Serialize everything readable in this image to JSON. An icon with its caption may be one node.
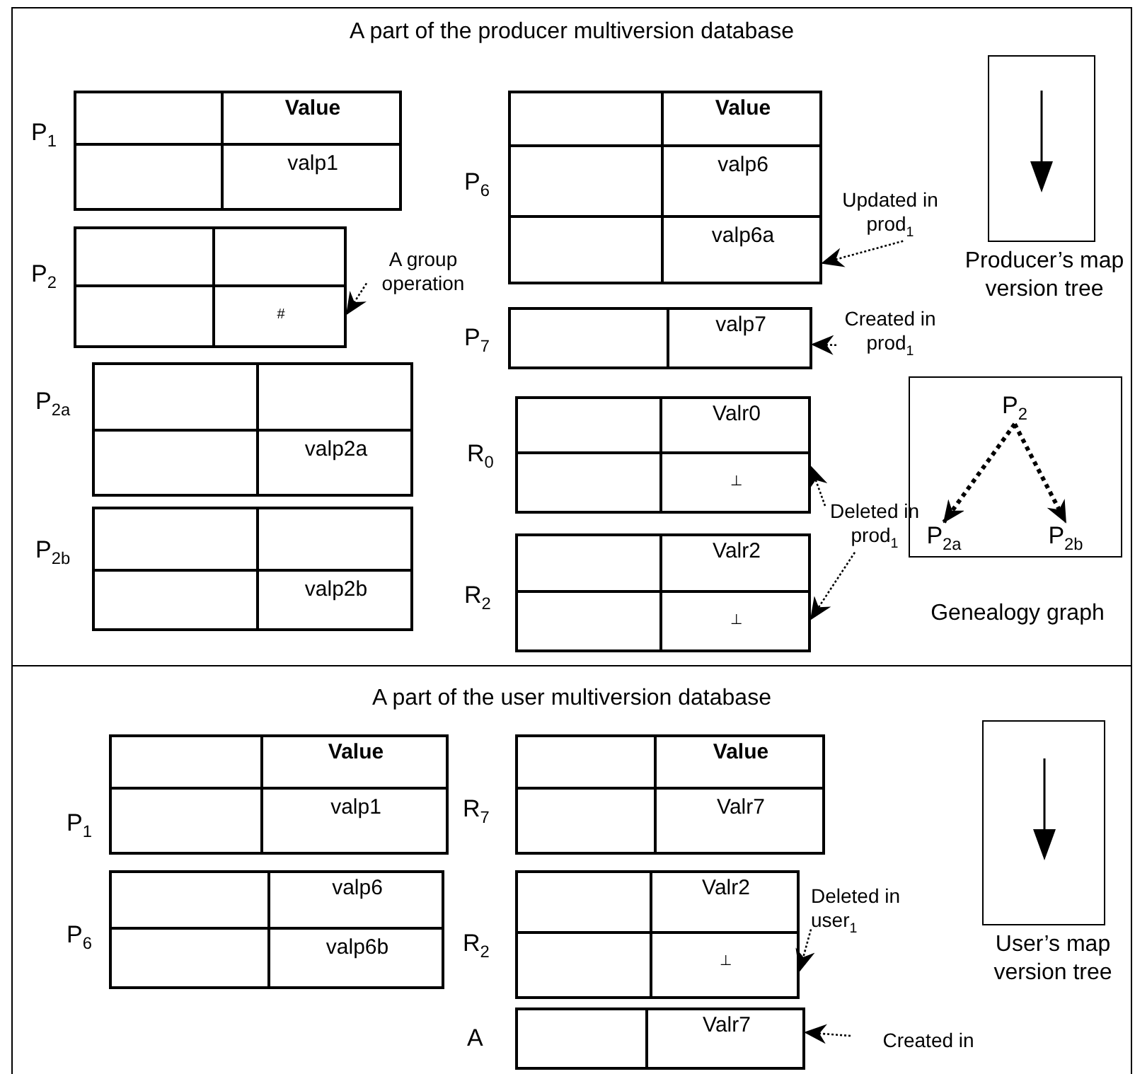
{
  "diagram": {
    "nodes": [
      {
        "text": [
          "A part of the producer multiversion database"
        ]
      },
      {
        "text": [
          "Value",
          "valp1"
        ],
        "beside": [
          "P$_{1}$"
        ],
        "in": 0
      },
      {
        "text": [
          "#"
        ],
        "beside": [
          "P$_{2}$"
        ],
        "in": 0
      },
      {
        "text": [
          "A group operation"
        ],
        "in": 0
      },
      {
        "text": [
          "valp2a"
        ],
        "beside": [
          "P$_{2a}$"
        ],
        "in": 0
      },
      {
        "text": [
          "valp2b"
        ],
        "beside": [
          "P$_{2b}$"
        ],
        "in": 0
      },
      {
        "text": [
          "Value",
          "valp6",
          "valp6a"
        ],
        "beside": [
          "P$_{6}$"
        ],
        "in": 0
      },
      {
        "text": [
          "Updated in prod$_{1}$"
        ],
        "in": 0
      },
      {
        "text": [
          "valp7"
        ],
        "beside": [
          "P$_{7}$"
        ],
        "in": 0
      },
      {
        "text": [
          "Created in prod$_{1}$"
        ],
        "in": 0
      },
      {
        "text": [
          "Valr0",
          "⊥"
        ],
        "beside": [
          "R$_{0}$"
        ],
        "in": 0
      },
      {
        "text": [
          "Deleted in prod$_{1}$"
        ],
        "in": 0
      },
      {
        "text": [
          "Valr2",
          "⊥"
        ],
        "beside": [
          "R$_{2}$"
        ],
        "in": 0
      },
      {
        "text": [
          "Producer’s map version tree"
        ],
        "in": 0
      },
      {
        "text": [
          "Genealogy graph"
        ],
        "in": 0
      },
      {
        "text": [
          "P$_{2}$"
        ],
        "in": 14
      },
      {
        "text": [
          "P$_{2a}$"
        ],
        "in": 14
      },
      {
        "text": [
          "P$_{2b}$"
        ],
        "in": 14
      },
      {
        "text": [
          "A part of the user multiversion database"
        ]
      },
      {
        "text": [
          "Value",
          "valp1"
        ],
        "beside": [
          "P$_{1}$"
        ],
        "in": 18
      },
      {
        "text": [
          "valp6",
          "valp6b"
        ],
        "beside": [
          "P$_{6}$"
        ],
        "in": 18
      },
      {
        "text": [
          "Value",
          "Valr7"
        ],
        "beside": [
          "R$_{7}$"
        ],
        "in": 18
      },
      {
        "text": [
          "Valr2",
          "⊥"
        ],
        "beside": [
          "R$_{2}$"
        ],
        "in": 18
      },
      {
        "text": [
          "Valr7"
        ],
        "beside": [
          "A"
        ],
        "in": 18
      },
      {
        "text": [
          "Deleted in user$_{1}$"
        ],
        "in": 18
      },
      {
        "text": [
          "Created in"
        ],
        "in": 18
      },
      {
        "text": [
          "User’s map version tree"
        ],
        "in": 18
      }
    ],
    "edges": [
      {
        "from": 3,
        "to": 2,
        "arrow": "to",
        "style": "dashed"
      },
      {
        "from": 7,
        "to": 6,
        "arrow": "to",
        "style": "dashed"
      },
      {
        "from": 9,
        "to": 8,
        "arrow": "to",
        "style": "dashed"
      },
      {
        "from": 11,
        "to": 10,
        "arrow": "to",
        "style": "dashed"
      },
      {
        "from": 11,
        "to": 12,
        "arrow": "to",
        "style": "dashed"
      },
      {
        "from": 15,
        "to": 16,
        "arrow": "to",
        "style": "dashed"
      },
      {
        "from": 15,
        "to": 17,
        "arrow": "to",
        "style": "dashed"
      },
      {
        "from": 24,
        "to": 22,
        "arrow": "to",
        "style": "dashed"
      },
      {
        "from": 25,
        "to": 23,
        "arrow": "to",
        "style": "dashed"
      }
    ]
  }
}
